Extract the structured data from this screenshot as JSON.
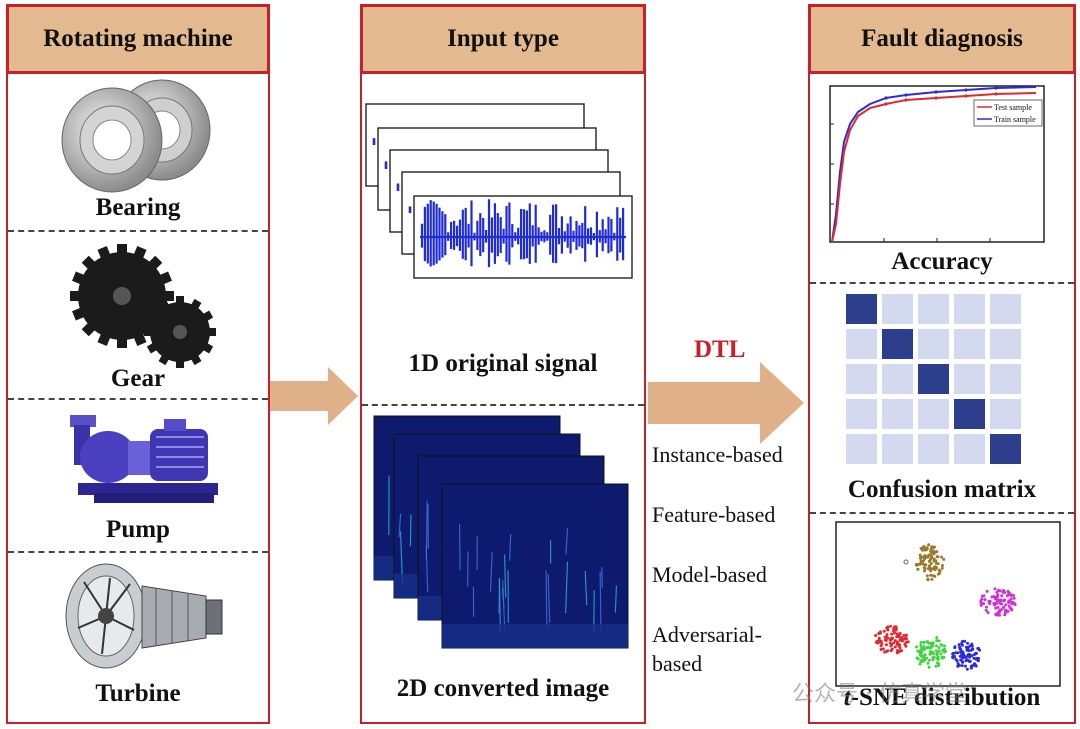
{
  "colors": {
    "frame": "#c8202a",
    "header_fill": "#e3b98f",
    "arrow": "#e0b189",
    "dtl_text": "#c8202a",
    "signal": "#1f2bd6",
    "test_series": "#e0282e",
    "train_series": "#2b2bd9",
    "cm_dark": "#2c3e8c",
    "cm_light": "#d3d9ee"
  },
  "left_panel": {
    "title": "Rotating machine",
    "items": [
      {
        "label": "Bearing",
        "icon": "bearing-icon"
      },
      {
        "label": "Gear",
        "icon": "gear-icon"
      },
      {
        "label": "Pump",
        "icon": "pump-icon"
      },
      {
        "label": "Turbine",
        "icon": "turbine-icon"
      }
    ]
  },
  "middle_panel": {
    "title": "Input type",
    "signal_label": "1D original signal",
    "image_label": "2D converted image"
  },
  "transfer": {
    "label": "DTL",
    "methods": [
      "Instance-based",
      "Feature-based",
      "Model-based",
      "Adversarial-",
      "based"
    ]
  },
  "right_panel": {
    "title": "Fault diagnosis",
    "accuracy": {
      "label": "Accuracy",
      "legend": [
        "Test sample",
        "Train sample"
      ]
    },
    "confusion": {
      "label": "Confusion matrix",
      "size": 5
    },
    "tsne": {
      "label_prefix": "t",
      "label_rest": "-SNE distribution",
      "clusters": [
        "olive",
        "magenta",
        "red",
        "green",
        "blue"
      ]
    }
  },
  "watermark": "公众号 · 仿真学堂"
}
